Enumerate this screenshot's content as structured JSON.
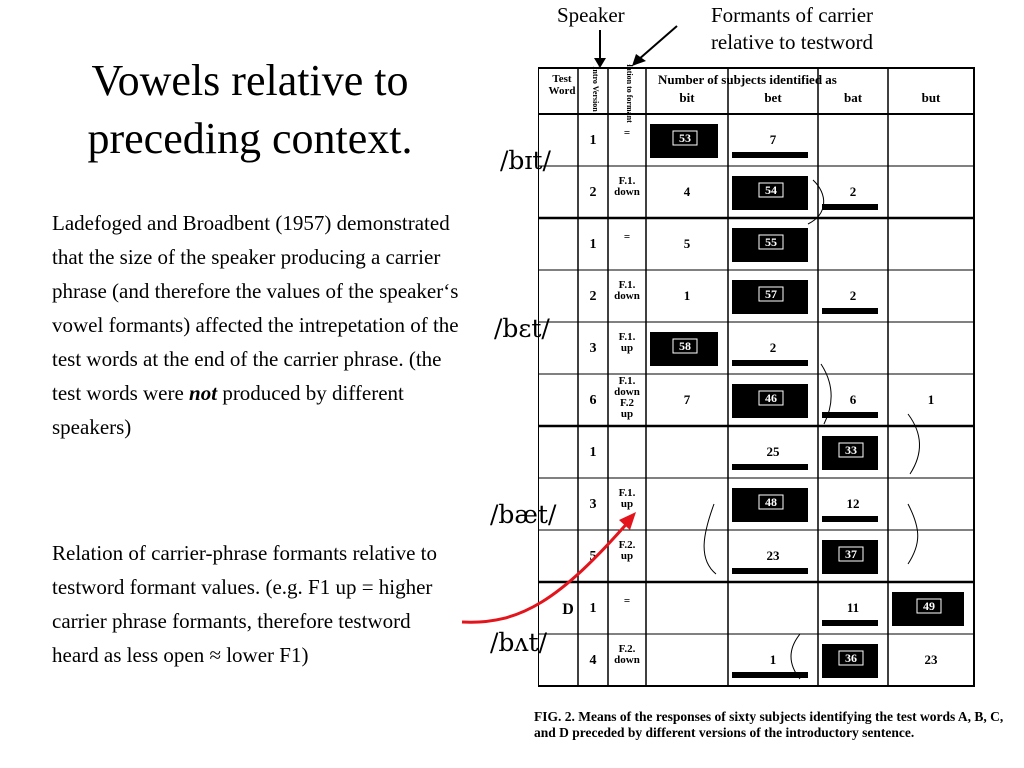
{
  "slide": {
    "title": "Vowels relative to preceding context.",
    "paragraph1_a": "Ladefoged and Broadbent (1957) demonstrated that the size of the speaker producing a carrier phrase (and therefore the values of the speaker‘s vowel formants) affected the intrepetation of the test words at the end of the carrier phrase. (the test words were ",
    "paragraph1_em": "not",
    "paragraph1_b": " produced by different speakers)",
    "paragraph2": "Relation of carrier-phrase formants relative to testword formant values. (e.g. F1 up = higher carrier phrase formants, therefore testword heard as less open ≈ lower F1)"
  },
  "annotations": {
    "speaker": "Speaker",
    "formants_line1": "Formants of carrier",
    "formants_line2": "relative to testword"
  },
  "ipa_labels": [
    "/bɪt/",
    "/bɛt/",
    "/bæt/",
    "/bʌt/"
  ],
  "figure": {
    "headers": {
      "test_word": "Test Word",
      "intro_version": "Intro Version",
      "relation": "Relation to formant",
      "number_identified": "Number of subjects identified as",
      "columns": [
        "bit",
        "bet",
        "bat",
        "but"
      ]
    },
    "test_word_letter_d": "D",
    "rows": [
      {
        "version": "1",
        "relation": "=",
        "values": [
          "53",
          "7",
          "",
          ""
        ],
        "filled": [
          0
        ]
      },
      {
        "version": "2",
        "relation": "F.1. down",
        "values": [
          "4",
          "54",
          "2",
          ""
        ],
        "filled": [
          1
        ]
      },
      {
        "version": "1",
        "relation": "=",
        "values": [
          "5",
          "55",
          "",
          ""
        ],
        "filled": [
          1
        ]
      },
      {
        "version": "2",
        "relation": "F.1. down",
        "values": [
          "1",
          "57",
          "2",
          ""
        ],
        "filled": [
          1
        ]
      },
      {
        "version": "3",
        "relation": "F.1. up",
        "values": [
          "58",
          "2",
          "",
          ""
        ],
        "filled": [
          0
        ]
      },
      {
        "version": "6",
        "relation": "F.1. down F.2 up",
        "values": [
          "7",
          "46",
          "6",
          "1"
        ],
        "filled": [
          1
        ]
      },
      {
        "version": "1",
        "relation": "",
        "values": [
          "",
          "25",
          "33",
          ""
        ],
        "filled": [
          2
        ]
      },
      {
        "version": "3",
        "relation": "F.1. up",
        "values": [
          "",
          "48",
          "12",
          ""
        ],
        "filled": [
          1
        ]
      },
      {
        "version": "5",
        "relation": "F.2. up",
        "values": [
          "",
          "23",
          "37",
          ""
        ],
        "filled": [
          2
        ]
      },
      {
        "version": "1",
        "relation": "=",
        "values": [
          "",
          "",
          "11",
          "49"
        ],
        "filled": [
          3
        ]
      },
      {
        "version": "4",
        "relation": "F.2. down",
        "values": [
          "",
          "1",
          "36",
          "23"
        ],
        "filled": [
          2
        ]
      }
    ],
    "caption": "FIG. 2. Means of the responses of sixty subjects identifying the test words A, B, C, and D preceded by different versions of the introductory sentence."
  },
  "colors": {
    "arrow": "#e3141b",
    "ink": "#000000"
  }
}
